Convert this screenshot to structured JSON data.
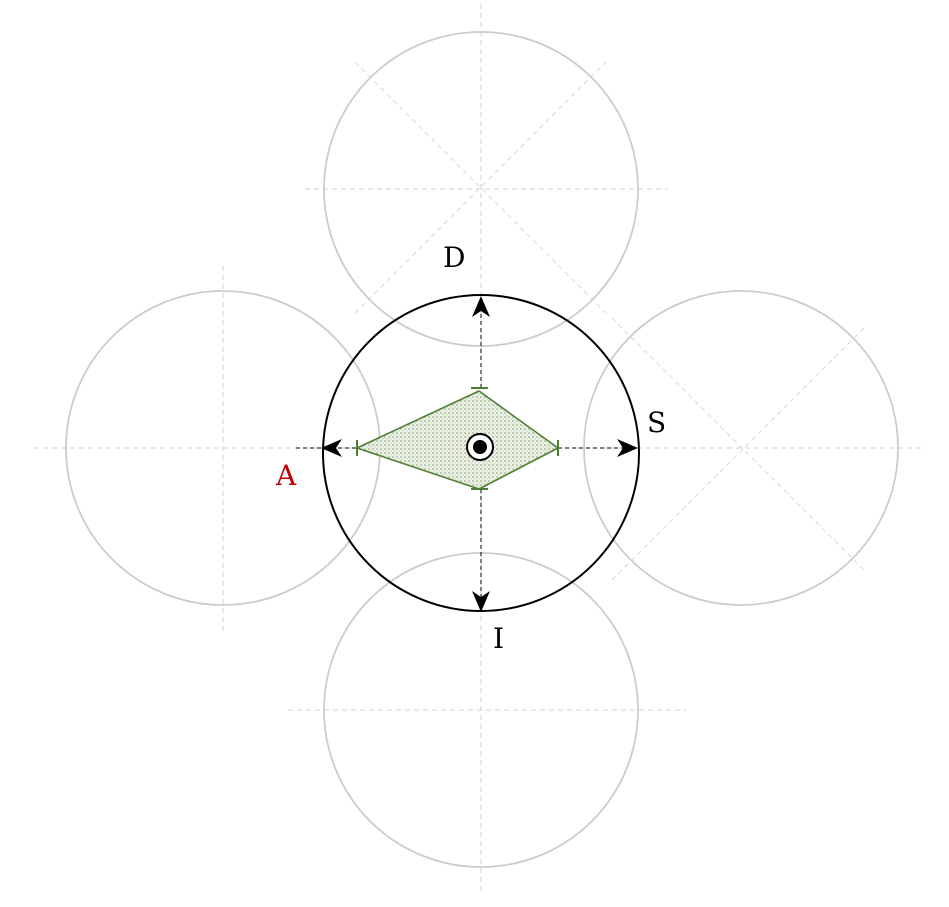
{
  "labels": {
    "top": "D",
    "right": "S",
    "left": "A",
    "bottom": "I"
  },
  "colors": {
    "ghost_circle": "#cccccc",
    "main_circle": "#000000",
    "shape_stroke": "#4f7f35",
    "shape_fill": "#8fa77a",
    "left_label": "#c00000"
  }
}
